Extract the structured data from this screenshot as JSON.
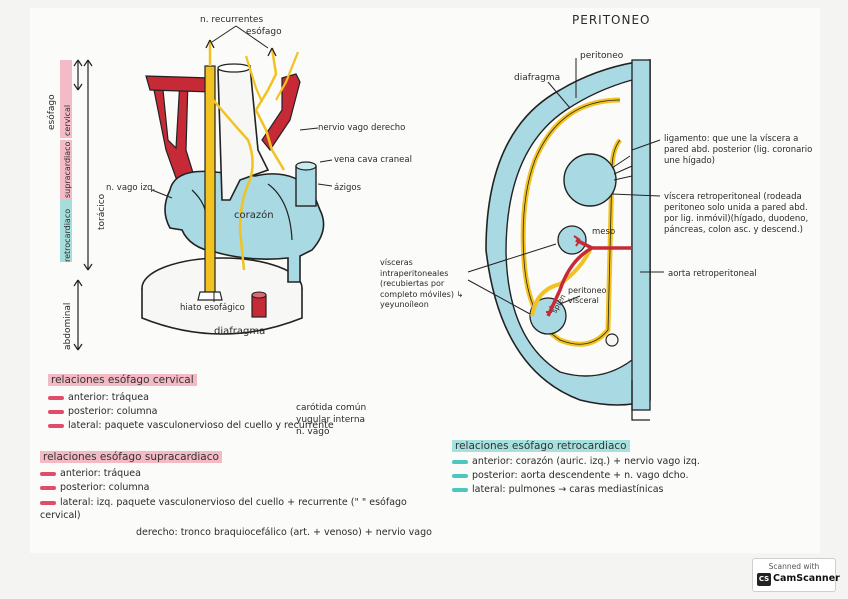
{
  "left_diagram": {
    "labels": {
      "n_recurrentes": "n. recurrentes",
      "esofago_top": "esófago",
      "nervio_vago_derecho": "nervio vago derecho",
      "vena_cava_craneal": "vena cava craneal",
      "azigos": "ázigos",
      "n_vago_izq": "n. vago izq.",
      "corazon": "corazón",
      "hiato_esofagico": "hiato esofágico",
      "diafragma": "diafragma"
    },
    "side_labels": {
      "esofago": "esófago",
      "cervical": "cervical",
      "supracardiaco": "supracardiaco",
      "retrocardiaco": "retrocardiaco",
      "toracico": "torácico",
      "abdominal": "abdominal"
    }
  },
  "right_diagram": {
    "title": "PERITONEO",
    "labels": {
      "peritoneo": "peritoneo",
      "diafragma": "diafragma",
      "ligamento": "ligamento: que une la víscera a pared abd. posterior (lig. coronario une hígado)",
      "viscera_retroperitoneal": "víscera retroperitoneal (rodeada peritoneo solo unida a pared abd. por lig. inmóvil)(hígado, duodeno, páncreas, colon asc. y descend.)",
      "mesos": "meso",
      "visceras_intraperitoneales": "vísceras intraperitoneales (recubiertas por completo móviles) ↳ yeyunoíleon",
      "spleen": "splen",
      "peritoneo_visceral": "peritoneo visceral",
      "aorta": "aorta retroperitoneal"
    }
  },
  "notes": {
    "cervical": {
      "header": "relaciones esófago cervical",
      "lines": [
        "anterior: tráquea",
        "posterior: columna",
        "lateral: paquete vasculonervioso del cuello y recurrente"
      ],
      "bracket": [
        "carótida común",
        "yugular interna",
        "n. vago"
      ]
    },
    "supracardiaco": {
      "header": "relaciones esófago supracardiaco",
      "lines": [
        "anterior: tráquea",
        "posterior: columna",
        "lateral: izq. paquete vasculonervioso del cuello + recurrente (\" \" esófago cervical)",
        "derecho: tronco braquiocefálico (art. + venoso) + nervio vago"
      ]
    },
    "retrocardiaco": {
      "header": "relaciones esófago retrocardiaco",
      "lines": [
        "anterior: corazón (auric. izq.) + nervio vago izq.",
        "posterior: aorta descendente + n. vago dcho.",
        "lateral: pulmones → caras mediastínicas"
      ]
    }
  },
  "scanner": {
    "line1": "Scanned with",
    "line2": "CamScanner",
    "logo": "CS"
  },
  "colors": {
    "blue": "#a9d9e3",
    "red": "#c62a36",
    "yellow": "#f2c220",
    "pink": "#f0a6b3",
    "teal": "#8fd6d2",
    "arrow_red": "#e14c6c",
    "arrow_teal": "#49c7c0"
  }
}
